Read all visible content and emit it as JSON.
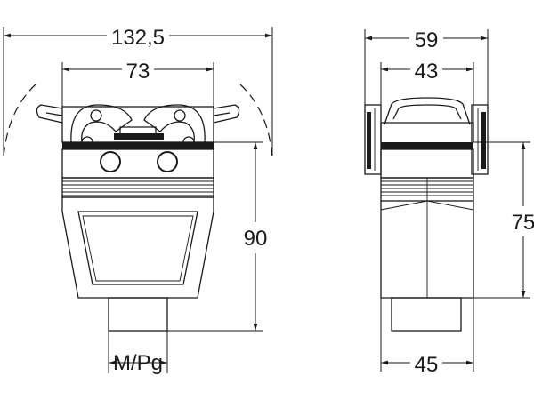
{
  "drawing": {
    "front_view": {
      "overall_width": "132,5",
      "inner_width": "73",
      "height": "90",
      "entry_label": "M/Pg"
    },
    "side_view": {
      "overall_width": "59",
      "inner_width": "43",
      "height": "75",
      "bottom_width": "45"
    }
  }
}
